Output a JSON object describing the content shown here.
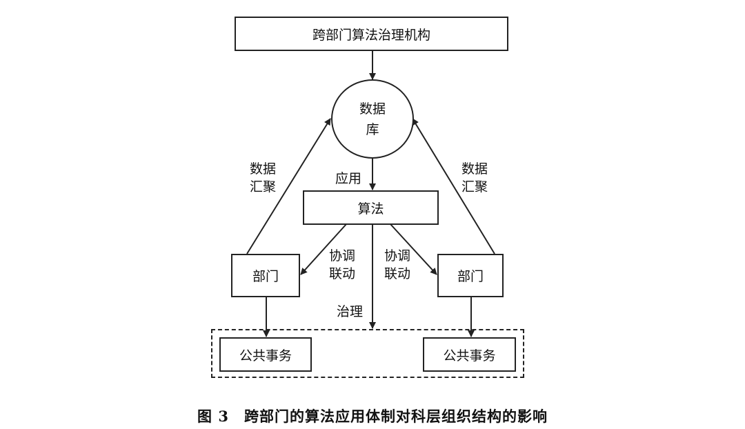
{
  "top": {
    "title": "跨部门算法治理机构"
  },
  "database": {
    "line1": "数据",
    "line2": "库"
  },
  "algorithm": {
    "label": "算法"
  },
  "department_left": {
    "label": "部门"
  },
  "department_right": {
    "label": "部门"
  },
  "public_affairs_left": {
    "label": "公共事务"
  },
  "public_affairs_right": {
    "label": "公共事务"
  },
  "edges": {
    "apply": "应用",
    "data_collect_left": {
      "line1": "数据",
      "line2": "汇聚"
    },
    "data_collect_right": {
      "line1": "数据",
      "line2": "汇聚"
    },
    "coordinate_left": {
      "line1": "协调",
      "line2": "联动"
    },
    "coordinate_right": {
      "line1": "协调",
      "line2": "联动"
    },
    "govern": "治理"
  },
  "caption": {
    "number": "图 3",
    "text": "跨部门的算法应用体制对科层组织结构的影响"
  }
}
